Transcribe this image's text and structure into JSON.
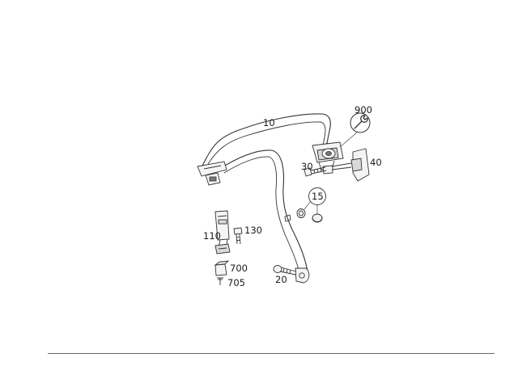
{
  "parts": {
    "p10": "10",
    "p900": "900",
    "p40": "40",
    "p30": "30",
    "p15": "15",
    "p110": "110",
    "p130": "130",
    "p700": "700",
    "p705": "705",
    "p20": "20"
  },
  "icons": {
    "service": "wrench-icon"
  }
}
